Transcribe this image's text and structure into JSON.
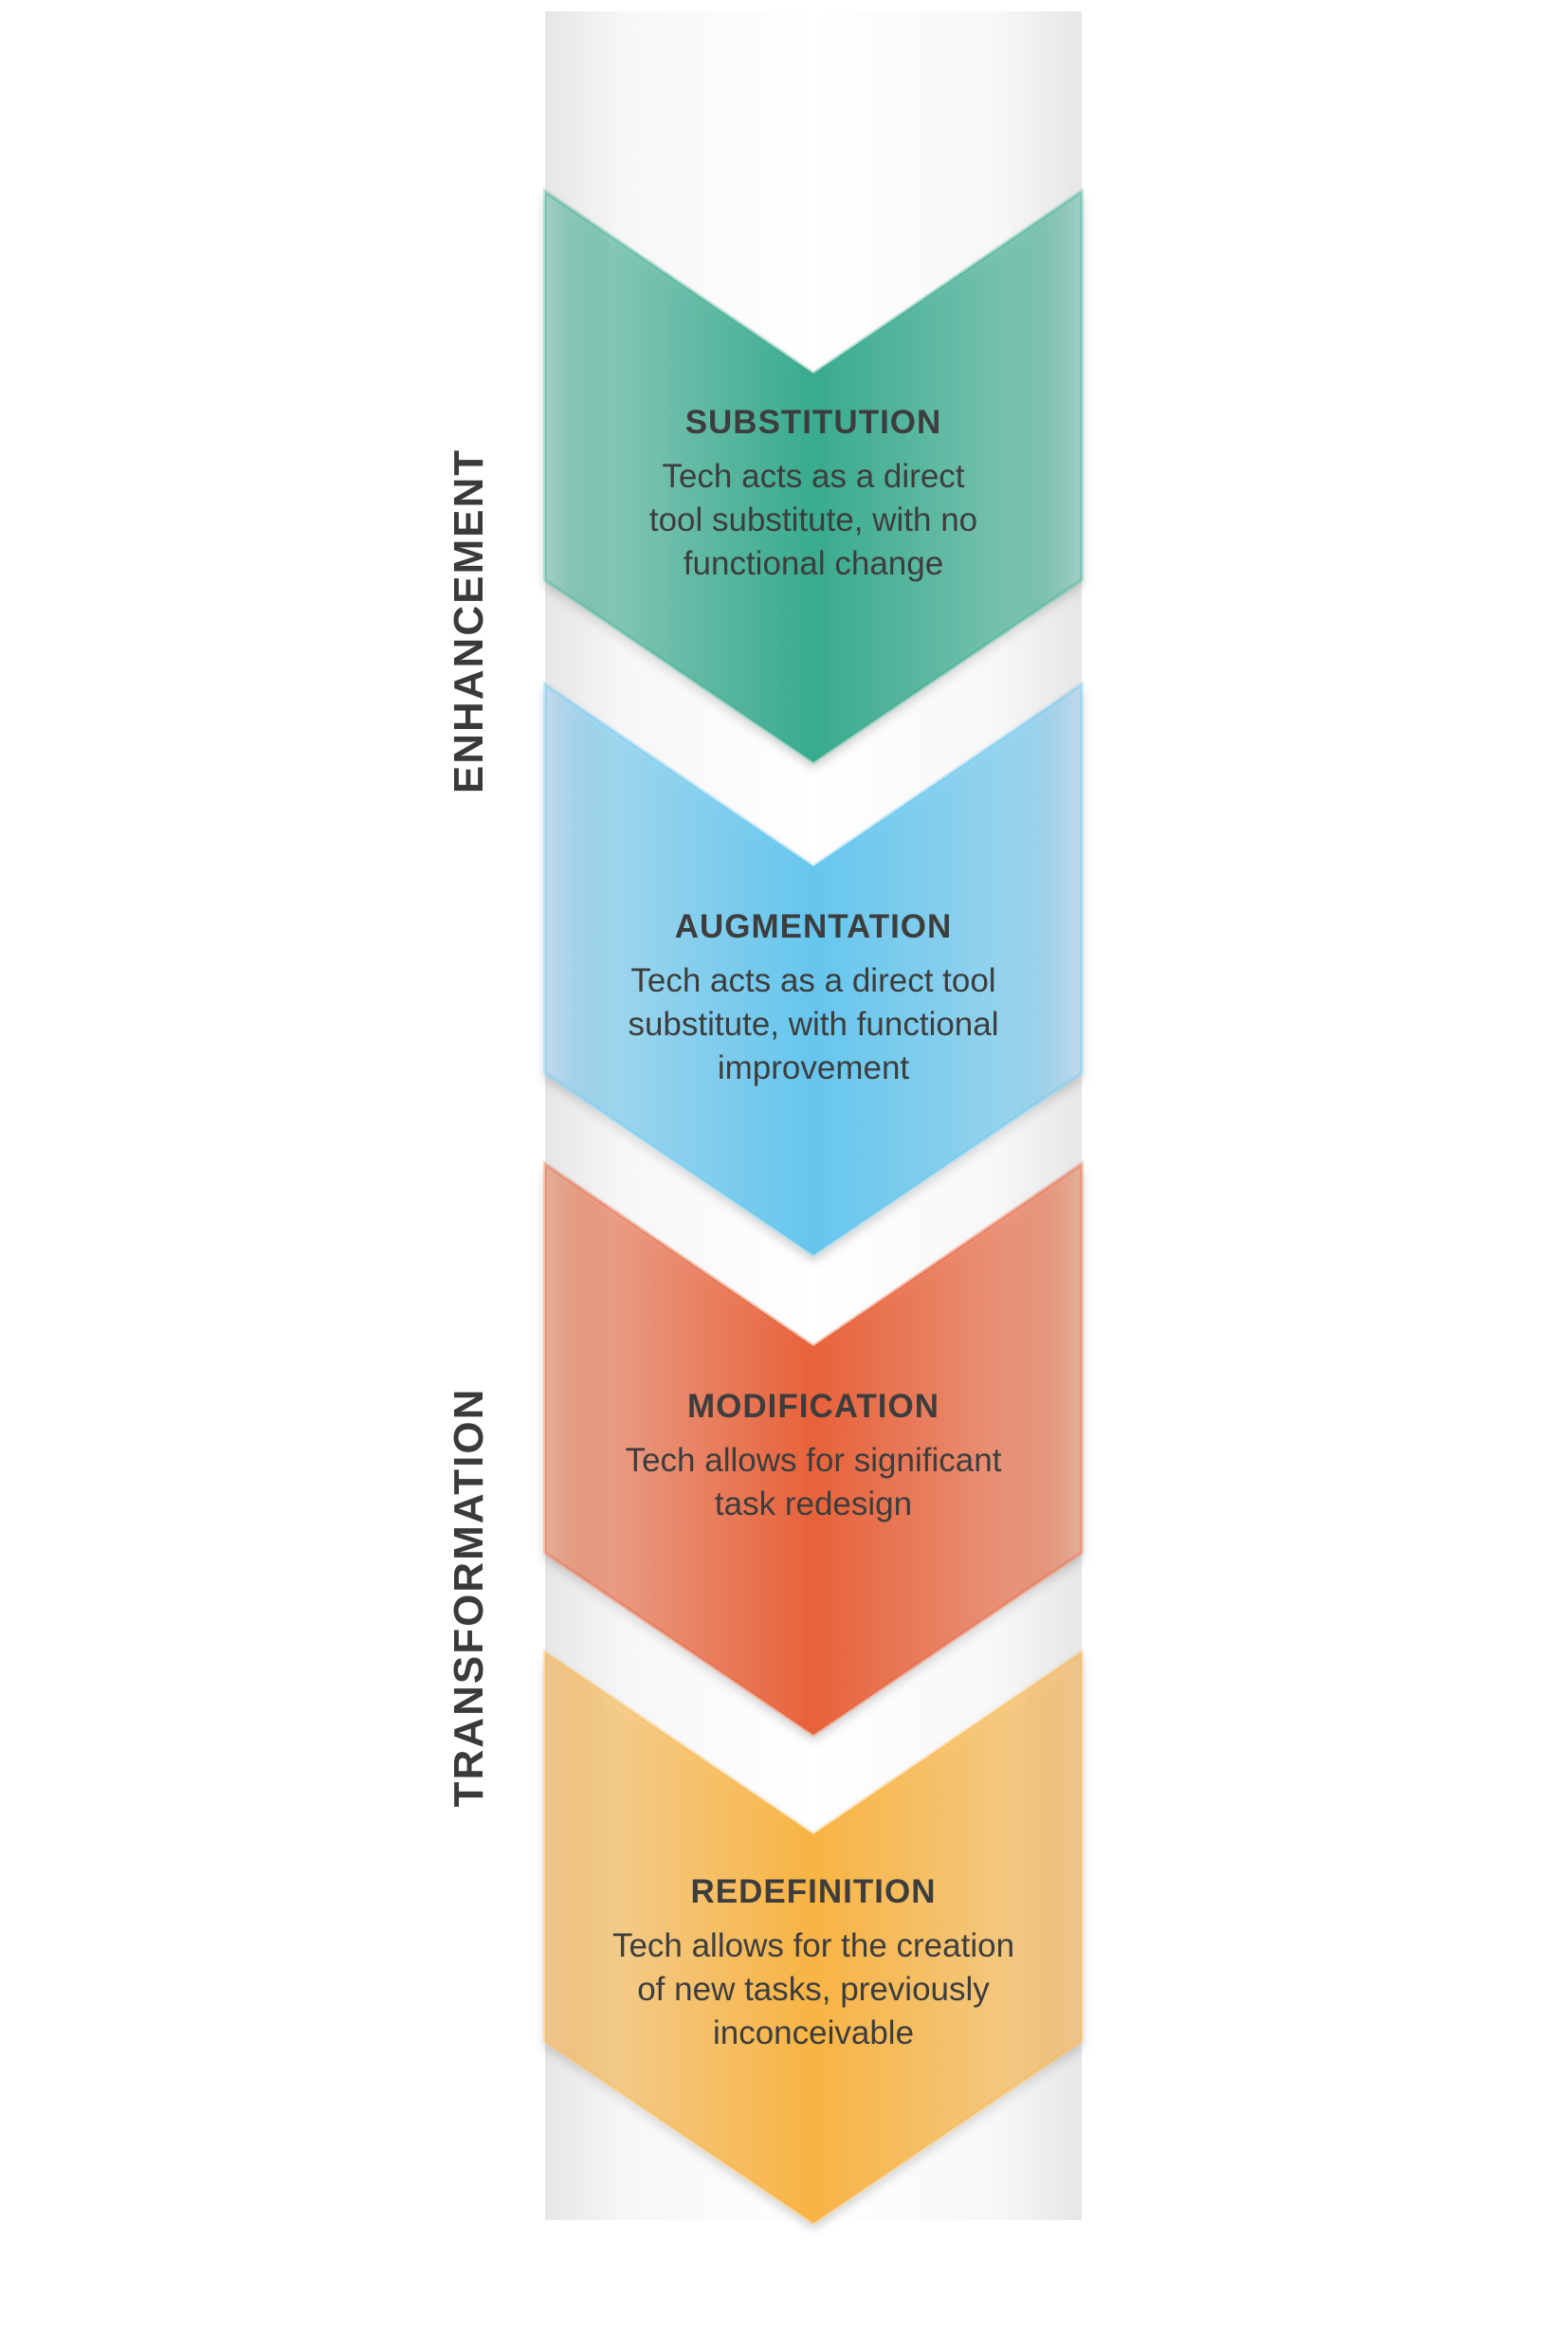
{
  "stages": [
    {
      "title": "SUBSTITUTION",
      "lines": [
        "Tech acts as a direct",
        "tool substitute, with no",
        "functional change"
      ],
      "color": "#38ab8e",
      "edge": "#a3cfc5"
    },
    {
      "title": "AUGMENTATION",
      "lines": [
        "Tech acts as a direct tool",
        "substitute, with functional",
        "improvement"
      ],
      "color": "#66c6ee",
      "edge": "#c3d9ec"
    },
    {
      "title": "MODIFICATION",
      "lines": [
        "Tech allows for significant",
        "task redesign"
      ],
      "color": "#e8623a",
      "edge": "#e4b09a"
    },
    {
      "title": "REDEFINITION",
      "lines": [
        "Tech allows for the creation",
        "of new tasks, previously",
        "inconceivable"
      ],
      "color": "#f8b444",
      "edge": "#eec58f"
    }
  ],
  "groups": {
    "enhancement": "ENHANCEMENT",
    "transformation": "TRANSFORMATION"
  }
}
